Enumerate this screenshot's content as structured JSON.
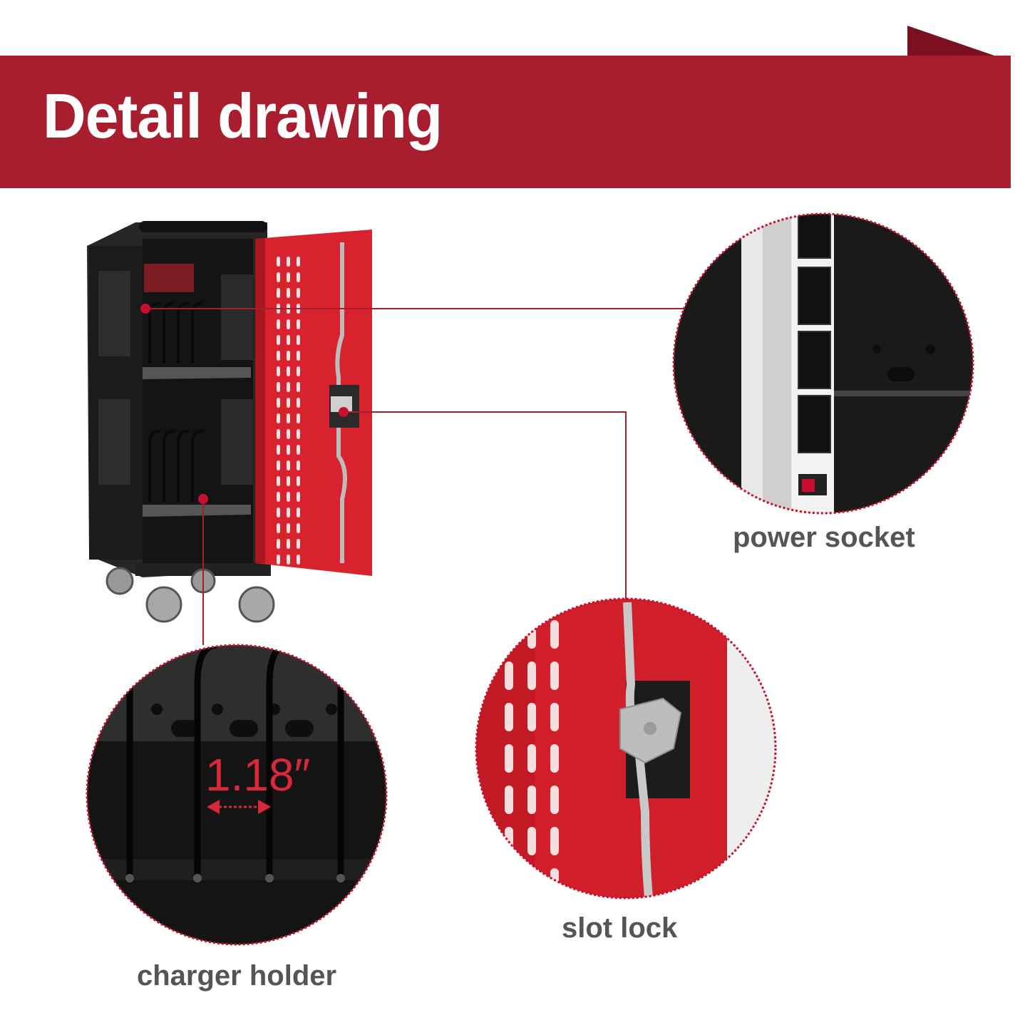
{
  "header": {
    "title": "Detail drawing"
  },
  "callouts": {
    "power_socket": "power socket",
    "slot_lock": "slot lock",
    "charger_holder": "charger holder",
    "spacing": "1.18″"
  },
  "colors": {
    "brand_red": "#a81e2e",
    "door_red": "#d8232f",
    "cabinet_black": "#1e1e1e",
    "label_gray": "#555555"
  }
}
